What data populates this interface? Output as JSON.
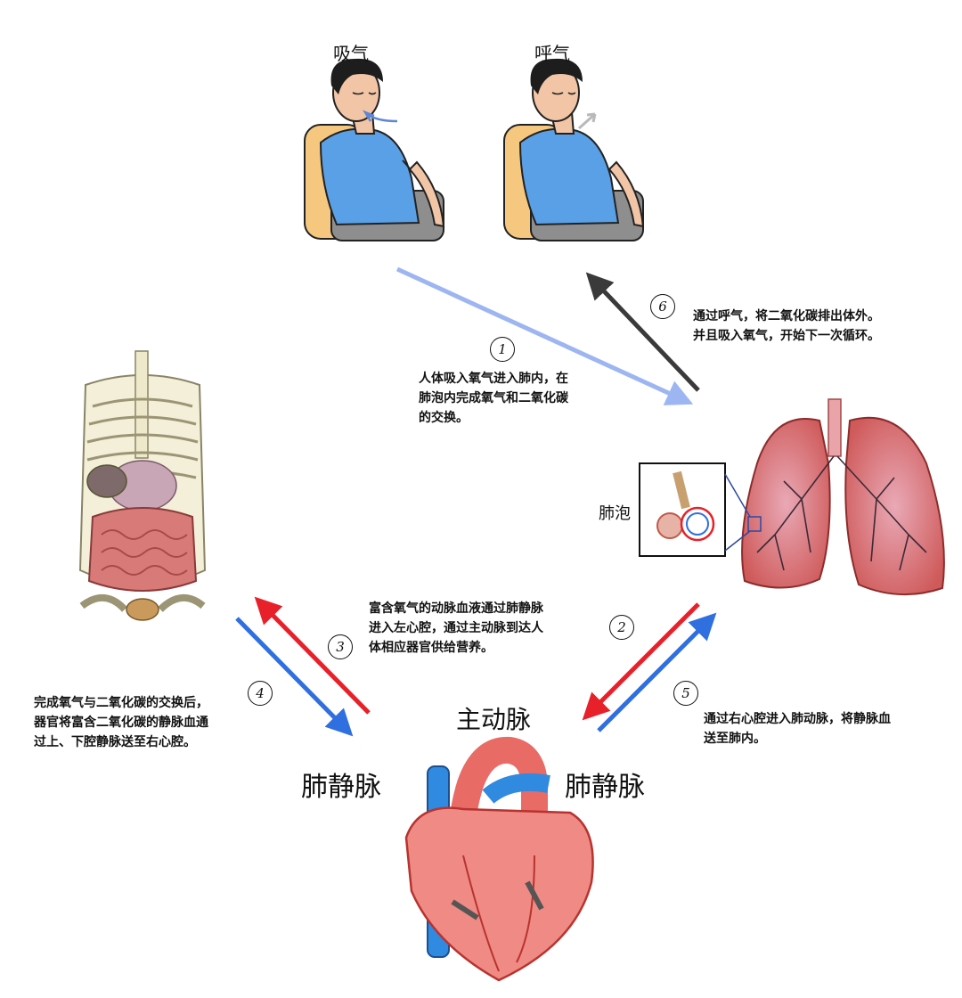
{
  "people": {
    "inhale_label": "吸气",
    "exhale_label": "呼气"
  },
  "steps": [
    {
      "num": "1",
      "lines": [
        "人体吸入氧气进入肺内，在",
        "肺泡内完成氧气和二氧化碳",
        "的交换。"
      ]
    },
    {
      "num": "2",
      "lines": []
    },
    {
      "num": "3",
      "lines": [
        "富含氧气的动脉血液通过肺静脉",
        "进入左心腔，通过主动脉到达人",
        "体相应器官供给营养。"
      ]
    },
    {
      "num": "4",
      "lines": [
        "完成氧气与二氧化碳的交换后，",
        "器官将富含二氧化碳的静脉血通",
        "过上、下腔静脉送至右心腔。"
      ]
    },
    {
      "num": "5",
      "lines": [
        "通过右心腔进入肺动脉，将静脉血",
        "送至肺内。"
      ]
    },
    {
      "num": "6",
      "lines": [
        "通过呼气，将二氧化碳排出体外。",
        "并且吸入氧气，开始下一次循环。"
      ]
    }
  ],
  "labels": {
    "alveoli": "肺泡",
    "aorta": "主动脉",
    "pulmonary_vein_left": "肺静脉",
    "pulmonary_vein_right": "肺静脉"
  },
  "colors": {
    "oxygen_blue_light": "#9db6f2",
    "vein_blue": "#2f6fe0",
    "artery_red": "#e8202a",
    "exhale_dark": "#3a3a3a",
    "lung_pink": "#d9686a",
    "heart_red": "#e8716a"
  }
}
